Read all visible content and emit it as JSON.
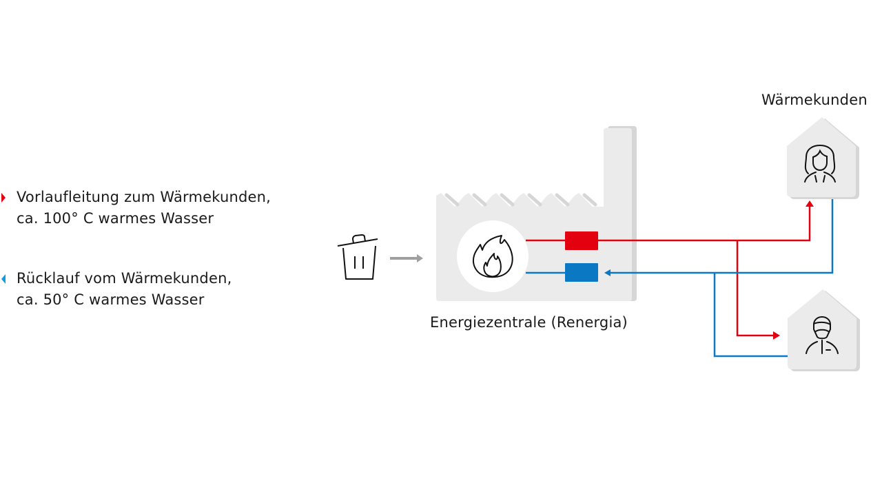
{
  "legend": {
    "supply_line1": "Vorlaufleitung zum Wärmekunden,",
    "supply_line2": "ca. 100° C warmes Wasser",
    "return_line1": "Rücklauf vom Wärmekunden,",
    "return_line2": "ca. 50° C warmes Wasser"
  },
  "plant_label": "Energiezentrale (Renergia)",
  "customers_label": "Wärmekunden",
  "colors": {
    "supply": "#e3000f",
    "return": "#0a78c2",
    "building": "#ebebeb",
    "shadow": "#d6d6d6",
    "arrow_gray": "#a0a0a0"
  },
  "icons": [
    "trash-icon",
    "arrow-right-icon",
    "factory-icon",
    "flame-icon",
    "house-icon",
    "woman-icon",
    "man-icon"
  ]
}
